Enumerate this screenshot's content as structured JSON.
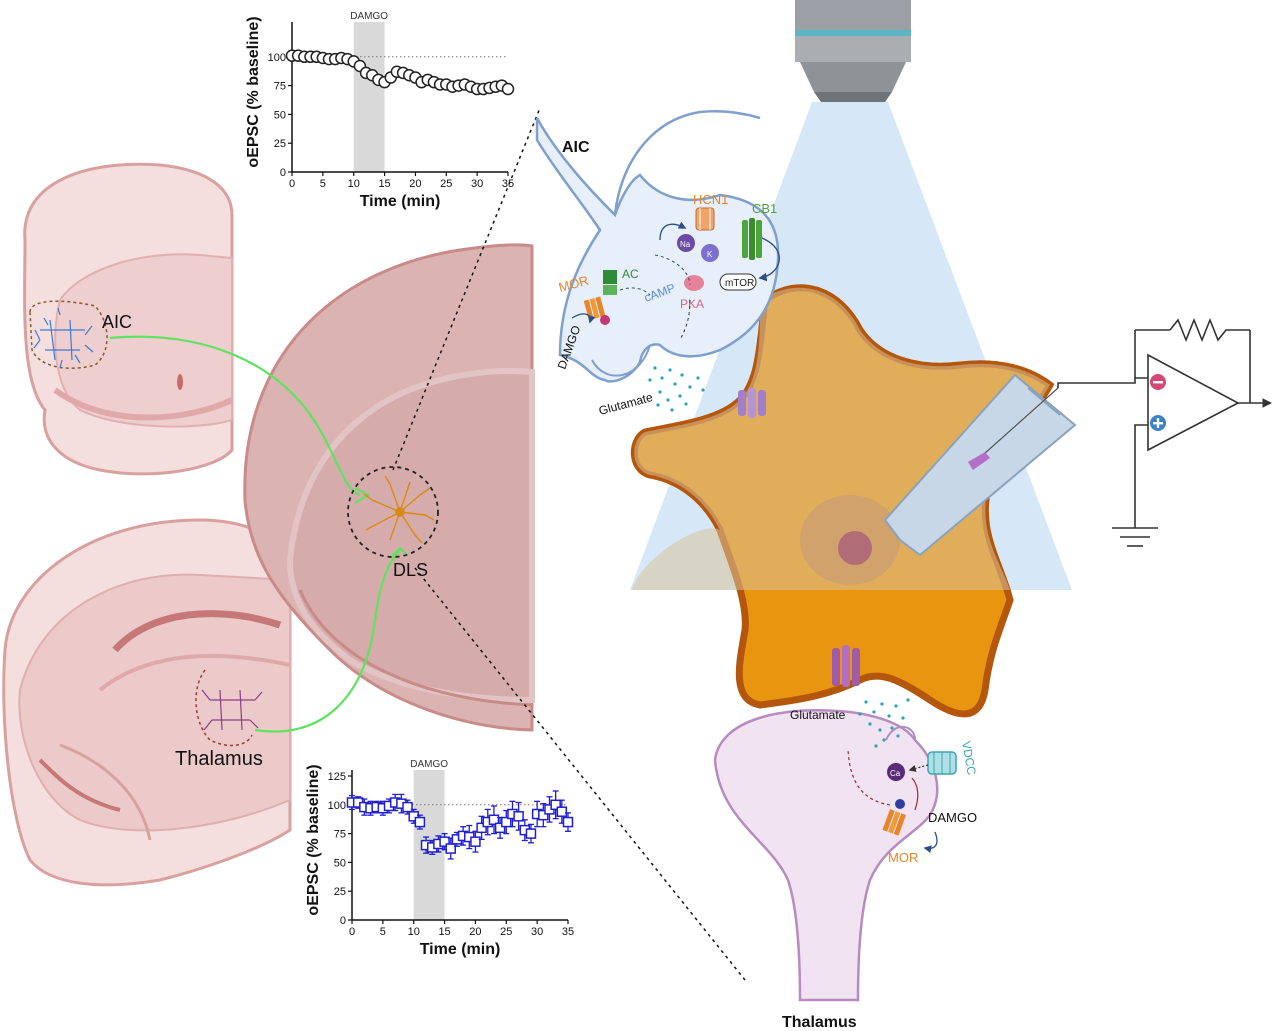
{
  "chart_data": [
    {
      "type": "scatter",
      "title": "",
      "xlabel": "Time (min)",
      "ylabel": "oEPSC (% baseline)",
      "xlim": [
        0,
        35
      ],
      "ylim": [
        0,
        125
      ],
      "xticks": [
        0,
        5,
        10,
        15,
        20,
        25,
        30,
        35
      ],
      "yticks": [
        0,
        25,
        50,
        75,
        100
      ],
      "baseline": 100,
      "shaded_interval": [
        10,
        15
      ],
      "shaded_label": "DAMGO",
      "marker": "circle",
      "color": "#222222",
      "x": [
        0,
        1,
        2,
        3,
        4,
        5,
        6,
        7,
        8,
        9,
        10,
        11,
        12,
        13,
        14,
        15,
        16,
        17,
        18,
        19,
        20,
        21,
        22,
        23,
        24,
        25,
        26,
        27,
        28,
        29,
        30,
        31,
        32,
        33,
        34,
        35
      ],
      "y": [
        101,
        101,
        100,
        100,
        100,
        99,
        98,
        98,
        99,
        98,
        96,
        92,
        86,
        84,
        80,
        78,
        82,
        87,
        86,
        84,
        82,
        78,
        80,
        78,
        76,
        76,
        74,
        75,
        76,
        74,
        72,
        72,
        73,
        74,
        75,
        72
      ]
    },
    {
      "type": "scatter",
      "title": "",
      "xlabel": "Time (min)",
      "ylabel": "oEPSC (% baseline)",
      "xlim": [
        0,
        35
      ],
      "ylim": [
        0,
        125
      ],
      "xticks": [
        0,
        5,
        10,
        15,
        20,
        25,
        30,
        35
      ],
      "yticks": [
        0,
        25,
        50,
        75,
        100,
        125
      ],
      "baseline": 100,
      "shaded_interval": [
        10,
        15
      ],
      "shaded_label": "DAMGO",
      "marker": "square",
      "color": "#1f1fd1",
      "x": [
        0,
        1,
        2,
        3,
        4,
        5,
        6,
        7,
        8,
        9,
        10,
        11,
        12,
        13,
        14,
        15,
        16,
        17,
        18,
        19,
        20,
        21,
        22,
        23,
        24,
        25,
        26,
        27,
        28,
        29,
        30,
        31,
        32,
        33,
        34,
        35
      ],
      "y": [
        102,
        102,
        98,
        97,
        98,
        97,
        99,
        102,
        101,
        98,
        90,
        85,
        65,
        63,
        66,
        68,
        62,
        70,
        73,
        72,
        68,
        80,
        85,
        87,
        80,
        85,
        92,
        90,
        78,
        75,
        92,
        91,
        96,
        100,
        94,
        85
      ],
      "err": [
        6,
        5,
        7,
        6,
        5,
        6,
        6,
        7,
        8,
        6,
        6,
        6,
        7,
        6,
        7,
        7,
        9,
        6,
        8,
        10,
        9,
        10,
        11,
        12,
        9,
        10,
        11,
        12,
        9,
        8,
        11,
        10,
        11,
        12,
        10,
        8
      ]
    }
  ],
  "labels": {
    "aic_brain": "AIC",
    "aic_terminal": "AIC",
    "dls": "DLS",
    "thalamus_brain": "Thalamus",
    "thalamus_terminal": "Thalamus",
    "hcn1": "HCN1",
    "cb1": "CB1",
    "na": "Na",
    "k": "K",
    "mor_top": "MOR",
    "ac": "AC",
    "camp": "cAMP",
    "pka": "PKA",
    "mtor": "mTOR",
    "damgo_top": "DAMGO",
    "glutamate_top": "Glutamate",
    "glutamate_bottom": "Glutamate",
    "vdcc": "VDCC",
    "ca": "Ca",
    "damgo_bottom": "DAMGO",
    "mor_bottom": "MOR"
  },
  "colors": {
    "brain_fill": "#f3d9d9",
    "brain_stroke": "#c98a8a",
    "striatum_fill": "#dcb3b3",
    "neuron_fill": "#e89a12",
    "neuron_stroke": "#b4560b",
    "light_cone": "#cfe3f7",
    "aic_terminal_fill": "#e6effa",
    "aic_terminal_stroke": "#7f9fce",
    "thal_terminal_fill": "#f1e3f2",
    "thal_terminal_stroke": "#b68bc0",
    "projection_green": "#5ee35e",
    "hcn1": "#e8852a",
    "cb1": "#4ca53a",
    "mor": "#e8852a",
    "vdcc": "#3aa6b3",
    "ac": "#2f8a3a",
    "camp": "#5a8ed6",
    "pka": "#e0627a"
  },
  "icons": [
    "microscope-objective-icon",
    "recording-pipette-icon",
    "amplifier-icon",
    "ground-icon",
    "resistor-icon"
  ]
}
